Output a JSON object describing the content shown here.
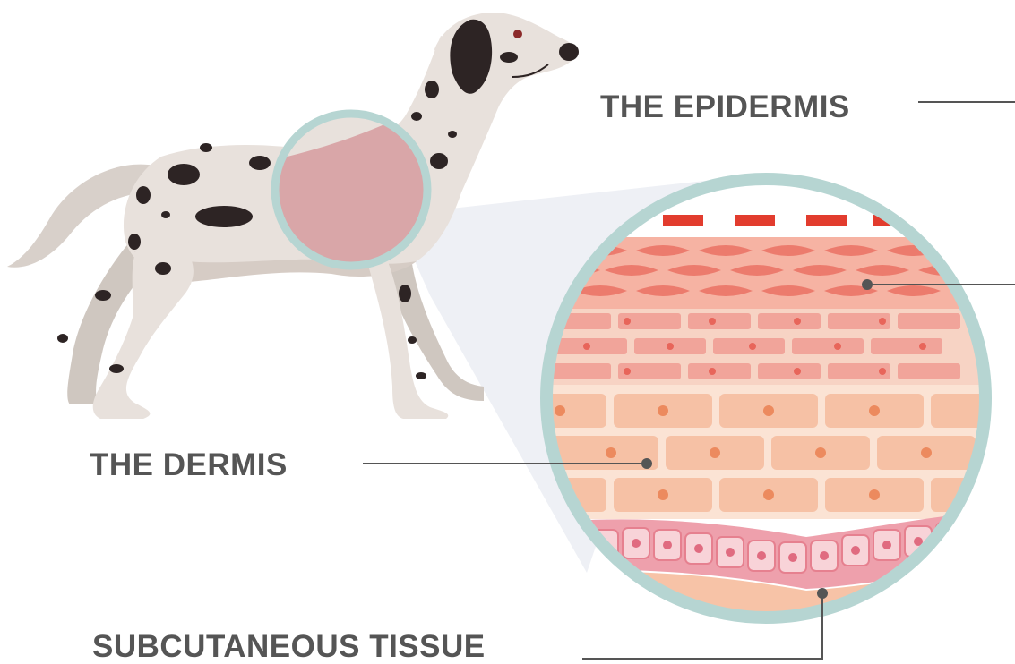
{
  "labels": {
    "epidermis": "THE EPIDERMIS",
    "dermis": "THE DERMIS",
    "subcutaneous": "SUBCUTANEOUS TISSUE"
  },
  "colors": {
    "label_text": "#555555",
    "leader_line": "#555555",
    "lens_ring": "#b6d5d2",
    "epidermis_cells": "#ec7b6d",
    "dermis_cells": "#f6c1a5",
    "basal_cells": "#eea0ac",
    "subcutaneous": "#f7c3a7",
    "dashed_surface": "#e23c2e",
    "dog_body": "#e8e1dc",
    "dog_spots": "#2d2424"
  },
  "icons": {
    "dog": "dalmatian-dog-illustration",
    "magnifier": "skin-cross-section-magnifier"
  }
}
